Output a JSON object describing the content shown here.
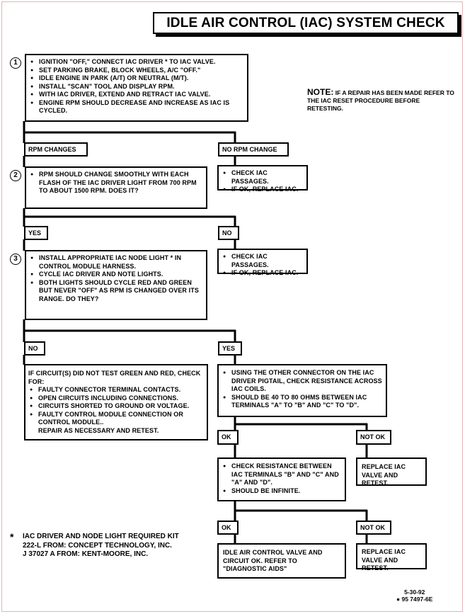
{
  "title": "IDLE AIR CONTROL (IAC) SYSTEM CHECK",
  "note": {
    "heading": "NOTE:",
    "text": "IF A REPAIR HAS BEEN MADE REFER TO THE IAC RESET PROCEDURE BEFORE RETESTING."
  },
  "step1": {
    "number": "1",
    "items": [
      "IGNITION \"OFF,\" CONNECT IAC DRIVER * TO IAC VALVE.",
      "SET PARKING BRAKE, BLOCK WHEELS, A/C \"OFF.\"",
      "IDLE ENGINE IN PARK (A/T) OR NEUTRAL (M/T).",
      "INSTALL \"SCAN\" TOOL AND DISPLAY RPM.",
      "WITH IAC DRIVER, EXTEND AND RETRACT IAC VALVE.",
      "ENGINE RPM SHOULD DECREASE AND INCREASE AS IAC IS CYCLED."
    ]
  },
  "branch1": {
    "left": "RPM CHANGES",
    "right": "NO RPM CHANGE"
  },
  "step2": {
    "number": "2",
    "items": [
      "RPM SHOULD CHANGE SMOOTHLY WITH EACH FLASH OF THE IAC DRIVER LIGHT FROM 700 RPM TO ABOUT 1500 RPM. DOES IT?"
    ]
  },
  "no_change_action": {
    "items": [
      "CHECK IAC PASSAGES.",
      "IF OK, REPLACE IAC."
    ]
  },
  "branch2": {
    "left": "YES",
    "right": "NO"
  },
  "step3": {
    "number": "3",
    "items": [
      "INSTALL APPROPRIATE IAC NODE LIGHT * IN CONTROL MODULE HARNESS.",
      "CYCLE IAC DRIVER AND NOTE LIGHTS.",
      "BOTH LIGHTS SHOULD CYCLE RED AND GREEN BUT NEVER \"OFF\" AS RPM IS CHANGED OVER ITS RANGE. DO THEY?"
    ]
  },
  "no2_action": {
    "items": [
      "CHECK IAC PASSAGES.",
      "IF OK, REPLACE IAC."
    ]
  },
  "branch3": {
    "left": "NO",
    "right": "YES"
  },
  "circuit_check": {
    "intro": "IF CIRCUIT(S) DID NOT TEST GREEN AND RED, CHECK FOR:",
    "items": [
      "FAULTY CONNECTOR TERMINAL CONTACTS.",
      "OPEN CIRCUITS INCLUDING CONNECTIONS.",
      "CIRCUITS SHORTED TO GROUND OR VOLTAGE.",
      "FAULTY CONTROL MODULE CONNECTION OR CONTROL MODULE.."
    ],
    "outro": "REPAIR AS NECESSARY AND RETEST."
  },
  "coil_check": {
    "items": [
      "USING THE OTHER CONNECTOR ON THE IAC DRIVER PIGTAIL, CHECK RESISTANCE ACROSS IAC COILS.",
      "SHOULD BE 40 TO 80 OHMS BETWEEN IAC TERMINALS \"A\" TO \"B\" AND \"C\" TO \"D\"."
    ]
  },
  "branch4": {
    "left": "OK",
    "right": "NOT OK"
  },
  "replace1": {
    "text": "REPLACE IAC VALVE AND RETEST."
  },
  "resistance_check": {
    "items": [
      "CHECK RESISTANCE BETWEEN IAC TERMINALS \"B\" AND \"C\" AND \"A\" AND \"D\".",
      "SHOULD BE INFINITE."
    ]
  },
  "branch5": {
    "left": "OK",
    "right": "NOT OK"
  },
  "final_ok": {
    "text": "IDLE AIR CONTROL VALVE AND CIRCUIT OK. REFER TO \"DIAGNOSTIC AIDS\""
  },
  "replace2": {
    "text": "REPLACE IAC VALVE AND RETEST."
  },
  "footnote": {
    "star": "*",
    "lines": [
      "IAC DRIVER AND NODE LIGHT REQUIRED KIT",
      "222-L FROM: CONCEPT TECHNOLOGY, INC.",
      "J 37027 A FROM: KENT-MOORE, INC."
    ]
  },
  "doc": {
    "date": "5-30-92",
    "number": "● 95 7497-6E"
  }
}
